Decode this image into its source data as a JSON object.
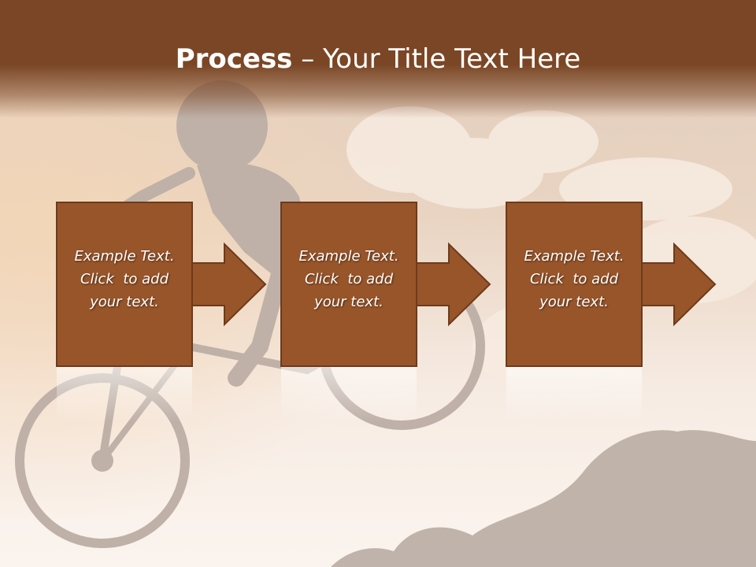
{
  "slide": {
    "title_bold": "Process",
    "title_rest": " – Your Title Text Here"
  },
  "process": {
    "steps": [
      {
        "line1": "Example Text.",
        "line2": "Click  to add",
        "line3": "your text."
      },
      {
        "line1": "Example Text.",
        "line2": "Click  to add",
        "line3": "your text."
      },
      {
        "line1": "Example Text.",
        "line2": "Click  to add",
        "line3": "your text."
      }
    ]
  },
  "colors": {
    "header": "#7a4625",
    "box_fill": "#98552a",
    "box_border": "#6e3a1c",
    "text": "#ffffff"
  }
}
